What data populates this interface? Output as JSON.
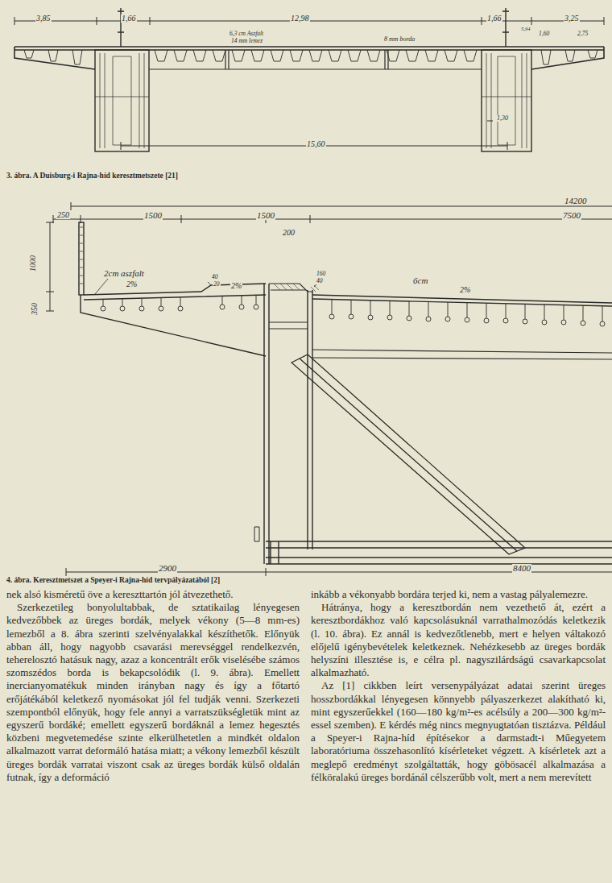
{
  "diagram": {
    "caption": "4. ábra. Keresztmetszet a Speyer-i Rajna-híd tervpályázatából [2]",
    "labels": [
      "3,85",
      "1,66",
      "12,98",
      "1,66",
      "3,25",
      "6,3 cm Aszfalt",
      "14 mm lemez",
      "8 mm borda",
      "5,94",
      "1,60",
      "2,75",
      "1,30",
      "15,60",
      "3. ábra. A Duisburg-i Rajna-híd keresztmetszete [21]",
      "14200",
      "250",
      "1500",
      "1500",
      "200",
      "7500",
      "1000",
      "350",
      "2cm aszfalt",
      "2%",
      "40",
      "20",
      "2%",
      "160",
      "40",
      "6cm",
      "2%",
      "2900",
      "8400",
      "nek alsó kisméretű öve a kereszttartón jól átvezethető.",
      "Szerkezetileg bonyolultabbak, de sztatikailag lényegesen kedvezőbbek az üreges bordák, melyek vékony (5—8 mm-es) lemezből a 8. ábra szerinti szelvényalakkal készíthetők. Előnyük abban áll, hogy nagyobb csavarási merevséggel rendelkezvén, teherelosztó hatásuk nagy, azaz a koncentrált erők viselésébe számos szomszédos borda is bekapcsolódik (l. 9. ábra). Emellett inercianyomatékuk minden irányban nagy és így a főtartó erőjátékából keletkező nyomásokat jól fel tudják venni. Szerkezeti szempontból előnyük, hogy fele annyi a varratszükségletük mint az egyszerű bordáké; emellett egyszerű bordáknál a lemez hegesztés közbeni megvetemedése szinte elkerülhetetlen a mindkét oldalon alkalmazott varrat deformáló hatása miatt; a vékony lemezből készült üreges bordák varratai viszont csak az üreges bordák külső oldalán futnak, így a deformáció",
      "inkább a vékonyabb bordára terjed ki, nem a vastag pályalemezre.",
      "Hátránya, hogy a keresztbordán nem vezethető át, ezért a keresztbordákhoz való kapcsolásuknál varrathalmozódás keletkezik (l. 10. ábra). Ez annál is kedvezőtlenebb, mert e helyen váltakozó előjelű igénybevételek keletkeznek. Nehézkesebb az üreges bordák helyszíni illesztése is, e célra pl. nagyszilárdságú csavarkapcsolat alkalmazható.",
      "Az [1] cikkben leírt versenypályázat adatai szerint üreges hosszbordákkal lényegesen könnyebb pályaszerkezet alakítható ki, mint egyszerűekkel (160—180 kg/m²-es acélsúly a 200—300 kg/m²-essel szemben). E kérdés még nincs megnyugtatóan tisztázva. Például a Speyer-i Rajna-híd építésekor a darmstadt-i Műegyetem laboratóriuma összehasonlító kísérleteket végzett. A kísérletek azt a meglepő eredményt szolgáltatták, hogy göbösacél alkalmazása a félköralakú üreges bordánál célszerűbb volt, mert a nem merevített"
    ]
  }
}
